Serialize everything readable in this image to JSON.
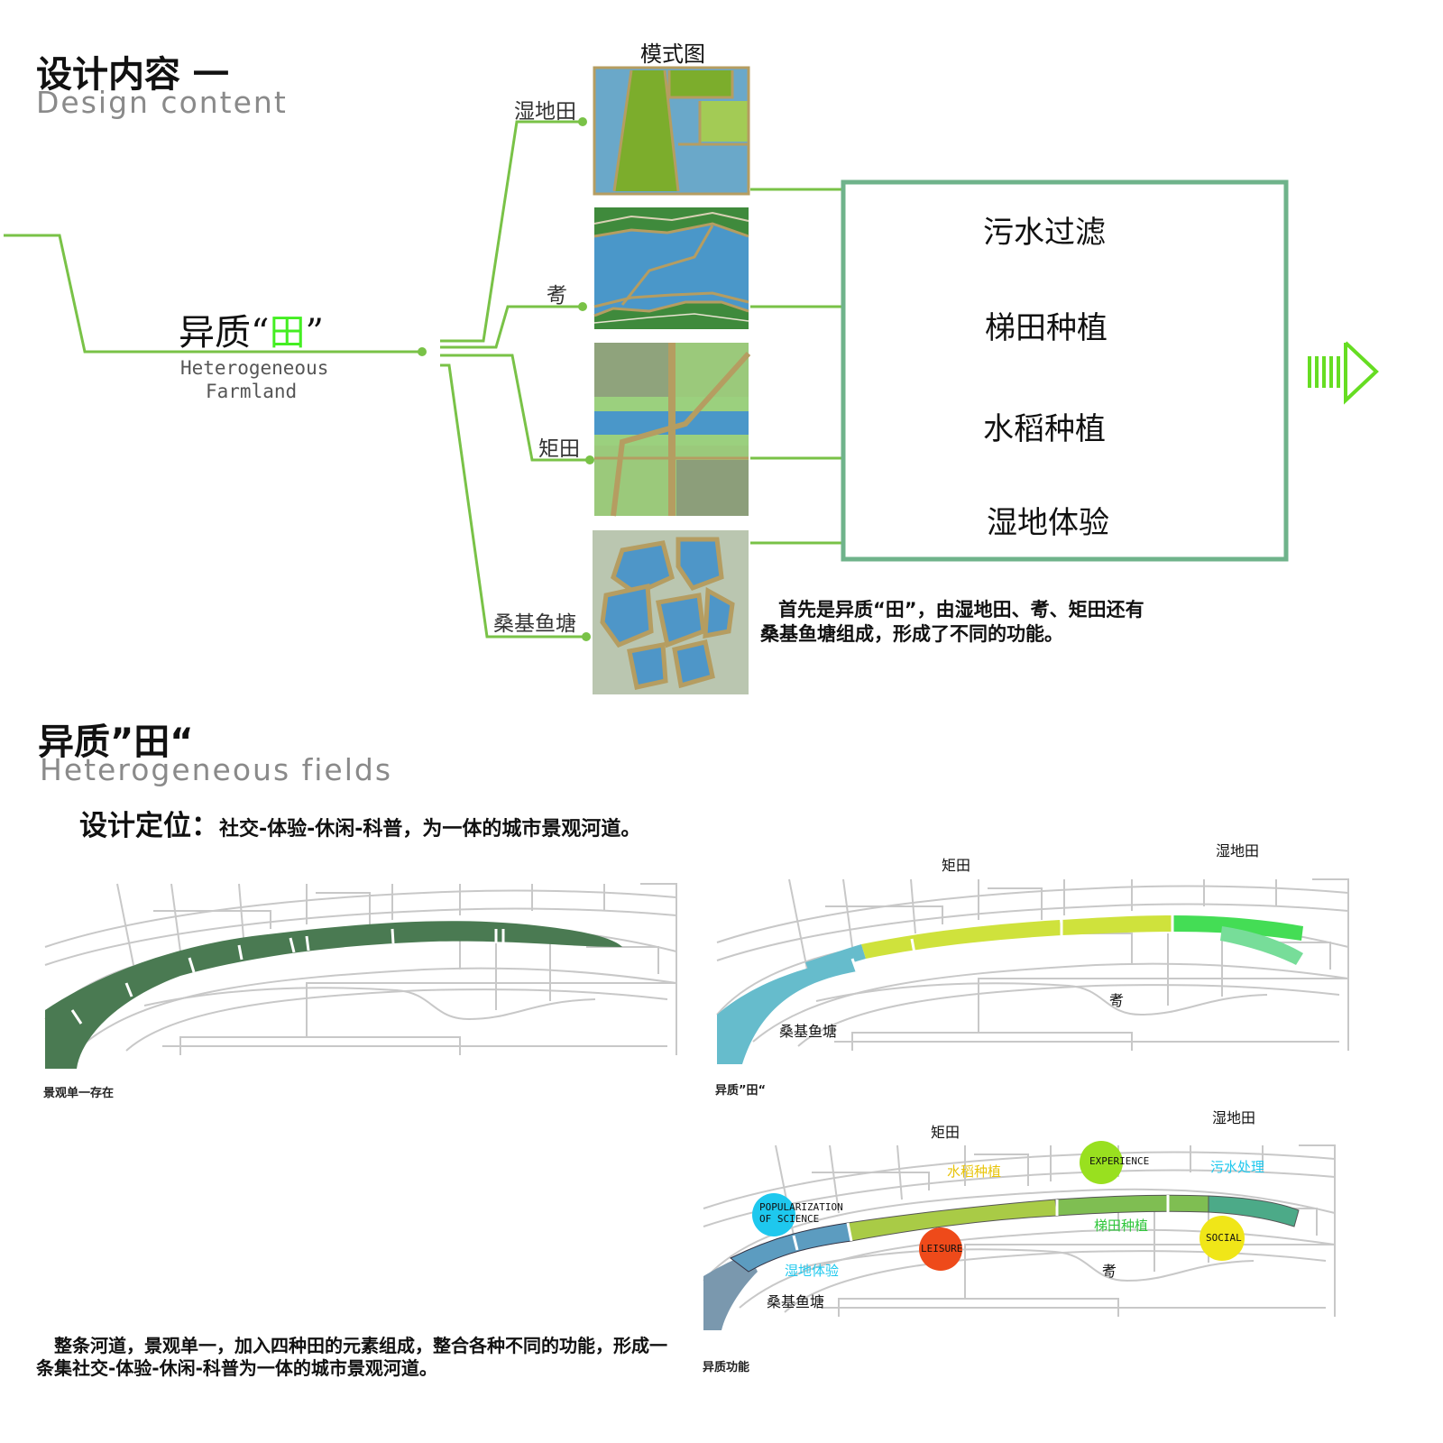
{
  "header1": {
    "title_cn": "设计内容 一",
    "title_en": "Design content"
  },
  "center": {
    "title_pre": "异质“",
    "title_mid": "田",
    "title_post": "”",
    "en_line1": "Heterogeneous",
    "en_line2": "Farmland"
  },
  "mode_label": "模式图",
  "branches": [
    {
      "label": "湿地田"
    },
    {
      "label": "耉"
    },
    {
      "label": "矩田"
    },
    {
      "label": "桑基鱼塘"
    }
  ],
  "functions": [
    "污水过滤",
    "梯田种植",
    "水稻种植",
    "湿地体验"
  ],
  "desc1": "首先是异质“田”，由湿地田、耉、矩田还有桑基鱼塘组成，形成了不同的功能。",
  "header2": {
    "title_cn": "异质”田“",
    "title_en": "Heterogeneous fields"
  },
  "positioning": {
    "label": "设计定位：",
    "text": "社交-体验-休闲-科普，为一体的城市景观河道。"
  },
  "map1": {
    "caption": "景观单一存在"
  },
  "map2": {
    "caption": "异质”田“",
    "labels": {
      "jutian": "矩田",
      "shidi": "湿地田",
      "nong": "耉",
      "sangji": "桑基鱼塘"
    }
  },
  "map3": {
    "caption": "异质功能",
    "labels": {
      "jutian": "矩田",
      "shidi": "湿地田",
      "nong": "耉",
      "sangji": "桑基鱼塘",
      "shuidao": "水稻种植",
      "wushui": "污水处理",
      "titian": "梯田种植",
      "shidi_ty": "湿地体验"
    },
    "bubbles": {
      "experience": "EXPERIENCE",
      "science_1": "POPULARIZATION",
      "science_2": "OF SCIENCE",
      "leisure": "LEISURE",
      "social": "SOCIAL"
    }
  },
  "desc2": "整条河道，景观单一，加入四种田的元素组成，整合各种不同的功能，形成一条集社交-体验-休闲-科普为一体的城市景观河道。",
  "colors": {
    "line": "#79c247",
    "box": "#6fb38b",
    "arrow": "#66dd22",
    "accent": "#44ee22",
    "river_dark": "#4a7a52",
    "science": "#1ec8ee",
    "leisure": "#ee4a1a",
    "experience": "#99e01f",
    "social": "#f0e618"
  }
}
